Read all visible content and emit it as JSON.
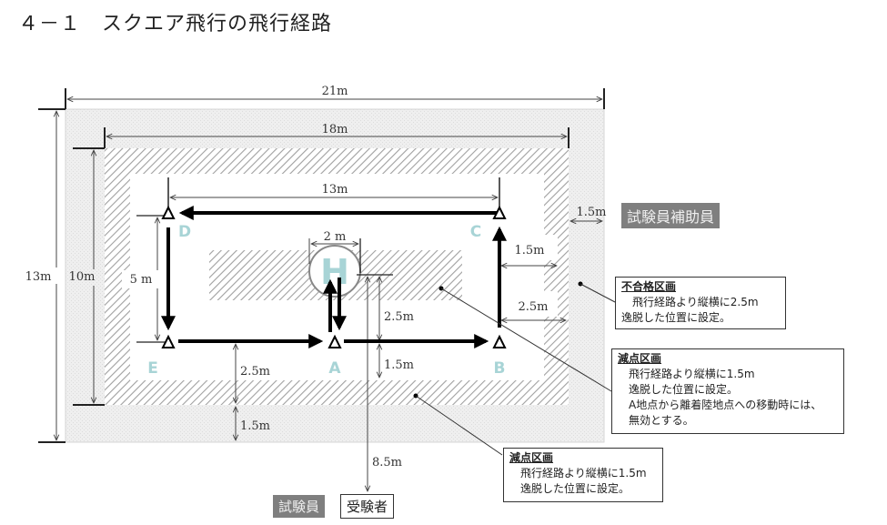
{
  "title": "４－１　スクエア飛行の飛行経路",
  "dimensions": {
    "outer_width": "21m",
    "inner_width": "18m",
    "path_width": "13m",
    "outer_height": "13m",
    "inner_height": "10m",
    "path_height": "5 m",
    "helipad_diameter": "2 m",
    "right_outer_margin": "1.5m",
    "right_penalty_margin": "1.5m",
    "right_fail_margin": "2.5m",
    "helipad_to_path": "2.5m",
    "path_to_lower_penalty": "1.5m",
    "path_to_lower_fail": "2.5m",
    "lower_outer_margin": "1.5m",
    "examiner_distance": "8.5m"
  },
  "points": {
    "A": "A",
    "B": "B",
    "C": "C",
    "D": "D",
    "E": "E",
    "helipad": "H"
  },
  "roles": {
    "assistant_examiner": "試験員補助員",
    "examiner": "試験員",
    "examinee": "受験者"
  },
  "notes": {
    "fail_zone": {
      "title": "不合格区画",
      "lines": [
        "　飛行経路より縦横に2.5m",
        "逸脱した位置に設定。"
      ]
    },
    "penalty_zone_inner": {
      "title": "減点区画",
      "lines": [
        "　飛行経路より縦横に1.5m",
        "　逸脱した位置に設定。",
        "　A地点から離着陸地点への移動時には、",
        "　無効とする。"
      ]
    },
    "penalty_zone_outer": {
      "title": "減点区画",
      "lines": [
        "　飛行経路より縦横に1.5m",
        "　逸脱した位置に設定。"
      ]
    }
  },
  "colors": {
    "outer_zone": "#ececec",
    "hatch": "#9a9a9a",
    "point_label": "#a8d4d6",
    "role_dark": "#7f7f7f"
  }
}
